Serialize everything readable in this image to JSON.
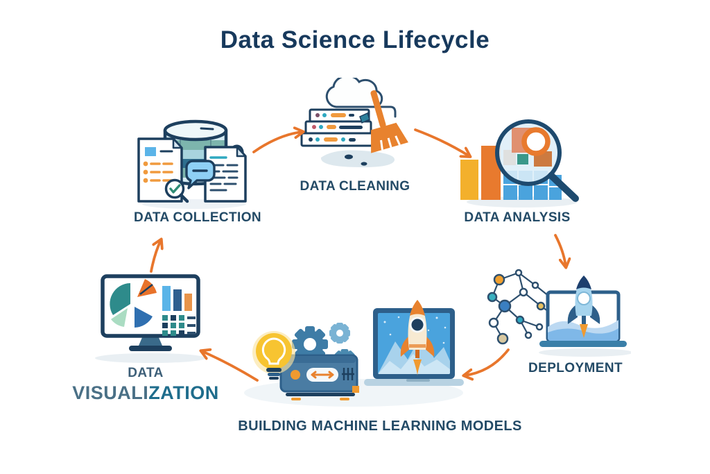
{
  "title": "Data Science Lifecycle",
  "colors": {
    "navy": "#1d3f5e",
    "arrow_orange": "#e8762c",
    "teal": "#2e8b8b",
    "light_blue": "#5ab4e8",
    "yellow": "#f3b02c"
  },
  "stages": [
    {
      "id": "data-collection",
      "label": "DATA COLLECTION",
      "icon": "database-documents-icon"
    },
    {
      "id": "data-cleaning",
      "label": "DATA CLEANING",
      "icon": "server-broom-icon"
    },
    {
      "id": "data-analysis",
      "label": "DATA ANALYSIS",
      "icon": "bar-chart-magnifier-icon"
    },
    {
      "id": "deployment",
      "label": "DEPLOYMENT",
      "icon": "laptop-rocket-network-icon"
    },
    {
      "id": "building-ml-models",
      "label": "BUILDING MACHINE LEARNING MODELS",
      "icon": "laptop-gears-lightbulb-rocket-icon"
    },
    {
      "id": "data-visualization",
      "label": "DATA VISUALIZATION",
      "lines": [
        "DATA",
        "VISUALI",
        "ZATION"
      ],
      "icon": "monitor-charts-icon"
    }
  ],
  "flow": [
    "data-collection",
    "data-cleaning",
    "data-analysis",
    "deployment",
    "building-ml-models",
    "data-visualization"
  ]
}
